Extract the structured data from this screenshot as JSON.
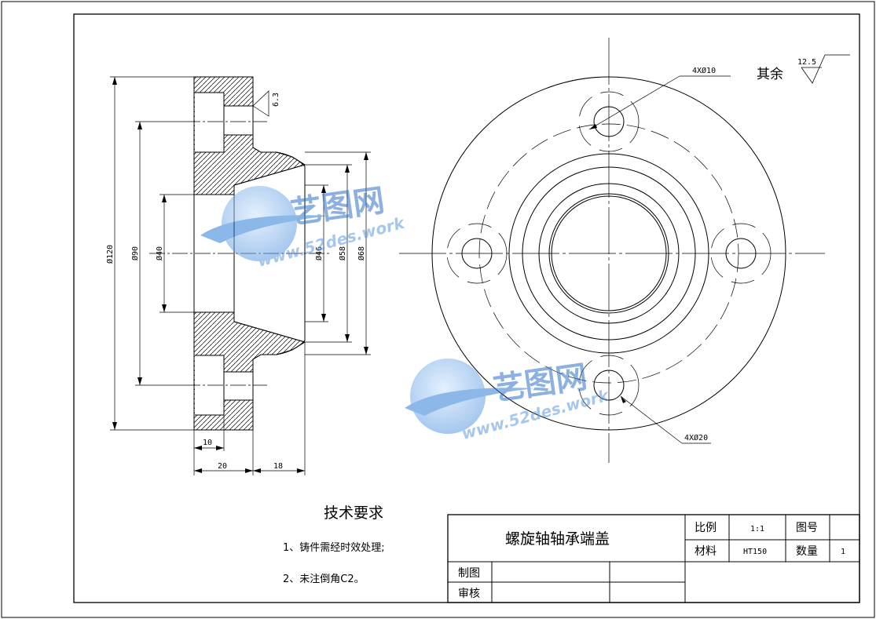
{
  "drawing": {
    "section_dims": {
      "d120": "Ø120",
      "d90": "Ø90",
      "d40": "Ø40",
      "d46": "Ø46",
      "d58": "Ø58",
      "d68": "Ø68",
      "w10": "10",
      "w20": "20",
      "w18": "18",
      "roughness_local": "6.3"
    },
    "plan_dims": {
      "small_holes": "4XØ10",
      "large_holes": "4XØ20"
    },
    "roughness_other_label": "其余",
    "roughness_other_value": "12.5"
  },
  "requirements": {
    "title": "技术要求",
    "items": [
      "1、铸件需经时效处理;",
      "2、未注倒角C2。"
    ]
  },
  "title_block": {
    "part_name": "螺旋轴轴承端盖",
    "scale_label": "比例",
    "scale_value": "1:1",
    "drawing_no_label": "图号",
    "drawing_no_value": "",
    "material_label": "材料",
    "material_value": "HT150",
    "quantity_label": "数量",
    "quantity_value": "1",
    "drawn_label": "制图",
    "checked_label": "审核"
  },
  "watermark": {
    "brand": "艺图网",
    "url": "www.52des.work"
  }
}
